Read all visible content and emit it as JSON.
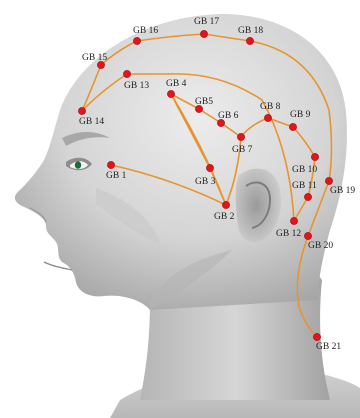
{
  "colors": {
    "meridian_line": "#e8942e",
    "acupoint_dot": "#e3141b",
    "skin_light": "#e6e6e6",
    "skin_shadow": "#9a9a9a",
    "eye_iris": "#1f6b3a"
  },
  "points": [
    {
      "id": "GB 1",
      "label": "GB 1"
    },
    {
      "id": "GB 2",
      "label": "GB 2"
    },
    {
      "id": "GB 3",
      "label": "GB 3"
    },
    {
      "id": "GB 4",
      "label": "GB 4"
    },
    {
      "id": "GB 5",
      "label": "GB5"
    },
    {
      "id": "GB 6",
      "label": "GB 6"
    },
    {
      "id": "GB 7",
      "label": "GB 7"
    },
    {
      "id": "GB 8",
      "label": "GB 8"
    },
    {
      "id": "GB 9",
      "label": "GB 9"
    },
    {
      "id": "GB 10",
      "label": "GB 10"
    },
    {
      "id": "GB 11",
      "label": "GB 11"
    },
    {
      "id": "GB 12",
      "label": "GB 12"
    },
    {
      "id": "GB 13",
      "label": "GB 13"
    },
    {
      "id": "GB 14",
      "label": "GB 14"
    },
    {
      "id": "GB 15",
      "label": "GB 15"
    },
    {
      "id": "GB 16",
      "label": "GB 16"
    },
    {
      "id": "GB 17",
      "label": "GB 17"
    },
    {
      "id": "GB 18",
      "label": "GB 18"
    },
    {
      "id": "GB 19",
      "label": "GB 19"
    },
    {
      "id": "GB 20",
      "label": "GB 20"
    },
    {
      "id": "GB 21",
      "label": "GB 21"
    }
  ],
  "pathway": [
    "GB 1",
    "GB 2",
    "GB 3",
    "GB 4",
    "GB 5",
    "GB 6",
    "GB 7",
    "GB 8",
    "GB 9",
    "GB 10",
    "GB 11",
    "GB 12",
    "GB 13",
    "GB 14",
    "GB 15",
    "GB 16",
    "GB 17",
    "GB 18",
    "GB 19",
    "GB 20",
    "GB 21"
  ]
}
